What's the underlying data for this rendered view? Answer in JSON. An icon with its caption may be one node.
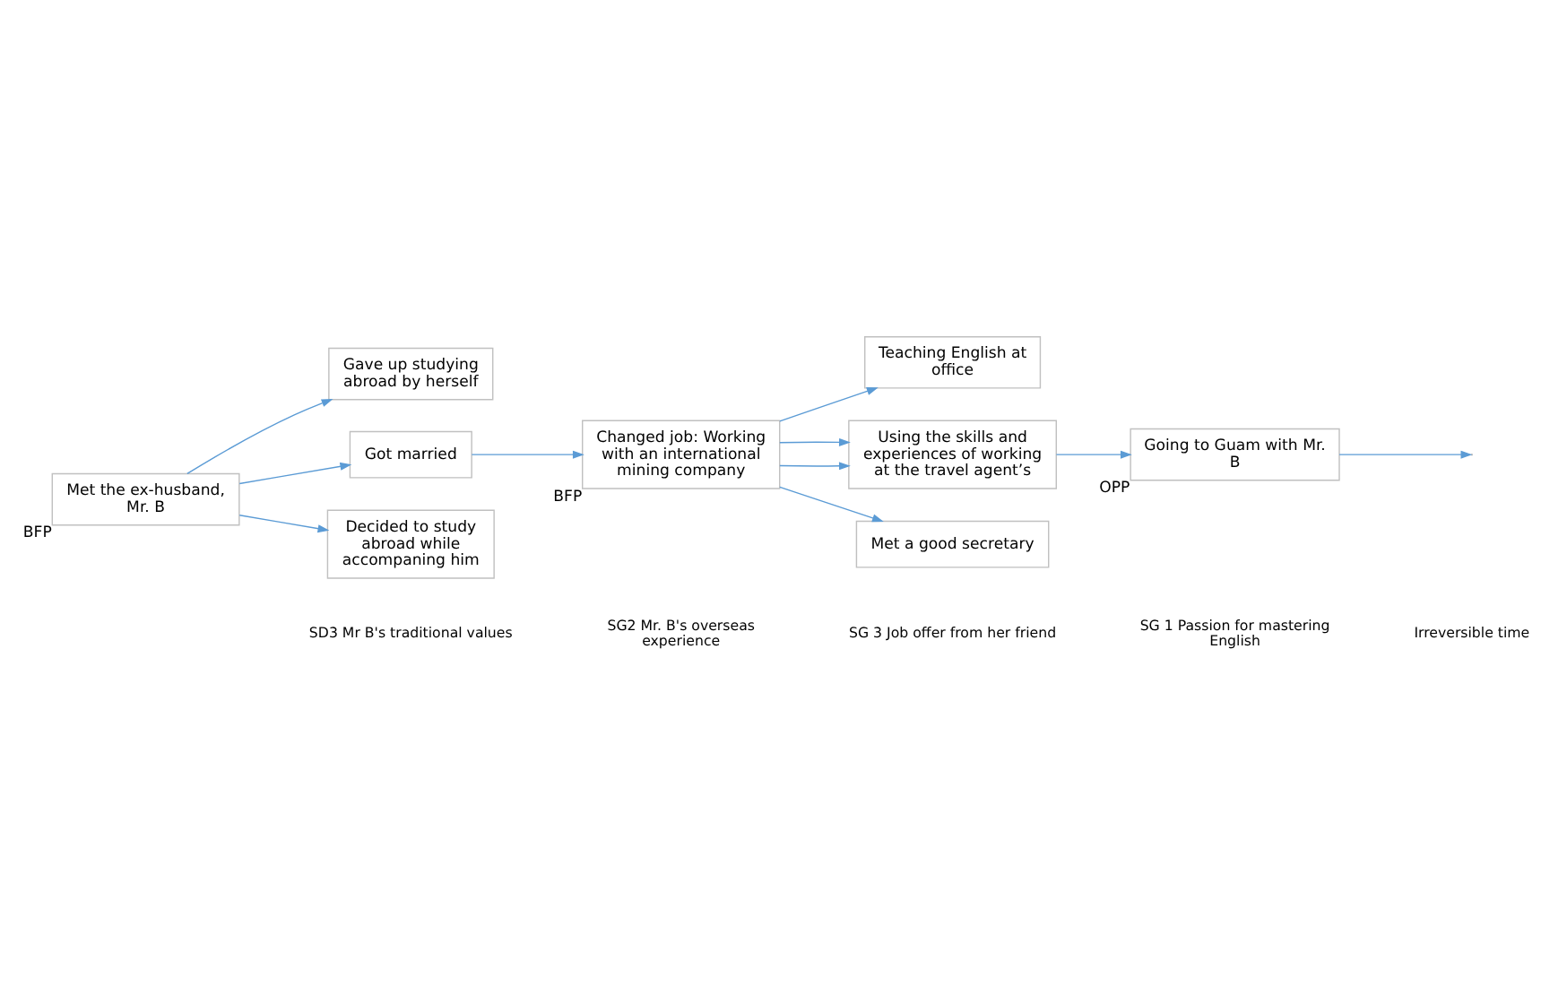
{
  "diagram": {
    "nodes": [
      {
        "text": [
          "Met the ex-husband, Mr. B"
        ],
        "beside": [
          "BFP"
        ]
      },
      {
        "text": [
          "Gave up studying abroad by herself"
        ]
      },
      {
        "text": [
          "Got married"
        ]
      },
      {
        "text": [
          "Decided to study abroad while accompaning him"
        ]
      },
      {
        "text": [
          "Changed job: Working with an international mining company"
        ],
        "beside": [
          "BFP"
        ]
      },
      {
        "text": [
          "Teaching English at office"
        ]
      },
      {
        "text": [
          "Using the skills and experiences of working at the travel agent’s"
        ]
      },
      {
        "text": [
          "Met a good secretary"
        ]
      },
      {
        "text": [
          "Going to Guam with Mr. B"
        ],
        "beside": [
          "OPP"
        ]
      }
    ],
    "edges": [
      {
        "from": 0,
        "to": 1,
        "arrow": "to"
      },
      {
        "from": 0,
        "to": 2,
        "arrow": "to"
      },
      {
        "from": 0,
        "to": 3,
        "arrow": "to"
      },
      {
        "from": 2,
        "to": 4,
        "arrow": "to"
      },
      {
        "from": 4,
        "to": 5,
        "arrow": "to"
      },
      {
        "from": 4,
        "to": 6,
        "arrow": "to"
      },
      {
        "from": 4,
        "to": 6,
        "arrow": "to"
      },
      {
        "from": 4,
        "to": 7,
        "arrow": "to"
      },
      {
        "from": 6,
        "to": 8,
        "arrow": "to"
      },
      {
        "from": 8,
        "to": null,
        "arrow": "to"
      }
    ],
    "labels": [
      "SD3 Mr B's traditional values",
      "SG2 Mr. B's overseas experience",
      "SG 3 Job offer from her friend",
      "SG 1 Passion for mastering English",
      "Irreversible time"
    ]
  }
}
